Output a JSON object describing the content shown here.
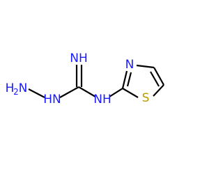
{
  "molecule": {
    "atoms": {
      "nh2_h": "H",
      "nh2_sub": "2",
      "nh2_n": "N",
      "hydrazine_nh": "HN",
      "imine_nh": "NH",
      "amine_nh": "NH",
      "ring_n": "N",
      "ring_s": "S"
    },
    "colors": {
      "nitrogen": "#1a1aff",
      "sulfur": "#b89b00",
      "bond": "#000000"
    }
  }
}
